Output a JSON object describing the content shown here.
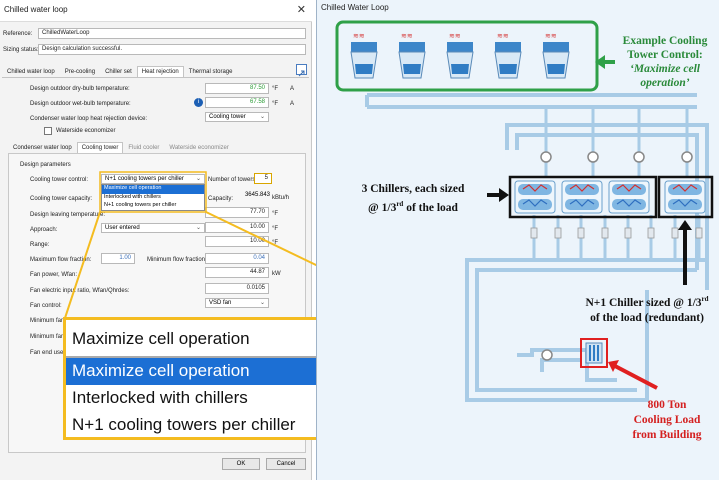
{
  "dialog": {
    "title": "Chilled water loop",
    "close_glyph": "✕",
    "reference_label": "Reference:",
    "reference_value": "ChilledWaterLoop",
    "sizing_label": "Sizing status:",
    "sizing_value": "Design calculation successful.",
    "top_tabs": [
      "Chilled water loop",
      "Pre-cooling",
      "Chiller set",
      "Heat rejection",
      "Thermal storage"
    ],
    "active_top_tab": "Heat rejection",
    "drybulb_label": "Design outdoor dry-bulb temperature:",
    "drybulb_value": "87.50",
    "drybulb_unit": "°F",
    "drybulb_flag": "A",
    "wetbulb_label": "Design outdoor wet-bulb temperature:",
    "wetbulb_value": "67.58",
    "wetbulb_unit": "°F",
    "wetbulb_flag": "A",
    "hr_device_label": "Condenser water loop heat rejection device:",
    "hr_device_value": "Cooling tower",
    "waterside_econ_label": "Waterside economizer",
    "sub_tabs": [
      "Condenser water loop",
      "Cooling tower",
      "Fluid cooler",
      "Waterside economizer"
    ],
    "active_sub_tab": "Cooling tower",
    "design_params_label": "Design parameters",
    "ct_control_label": "Cooling tower control:",
    "ct_control_value": "N+1 cooling towers per chiller",
    "num_towers_label": "Number of towers:",
    "num_towers_value": "5",
    "ct_capacity_label": "Cooling tower capacity:",
    "capacity_label": "Capacity:",
    "capacity_value": "3645.843",
    "capacity_unit": "kBtu/h",
    "leaving_temp_label": "Design leaving temperature:",
    "leaving_temp_value": "77.70",
    "leaving_temp_unit": "°F",
    "approach_label": "Approach:",
    "approach_mode": "User entered",
    "approach_value": "10.00",
    "approach_unit": "°F",
    "range_label": "Range:",
    "range_value": "10.00",
    "range_unit": "°F",
    "max_flow_label": "Maximum flow fraction:",
    "max_flow_value": "1.00",
    "min_flow_label": "Minimum flow fraction:",
    "min_flow_value": "0.04",
    "fan_power_label": "Fan power, Wfan:",
    "fan_power_value": "44.87",
    "fan_power_unit": "kW",
    "fan_ratio_label": "Fan electric input ratio, Wfan/Qhrdes:",
    "fan_ratio_value": "0.0105",
    "fan_control_label": "Fan control:",
    "fan_control_value": "VSD fan",
    "min_fan_label_1": "Minimum fan",
    "min_fan_label_2": "Minimum fan",
    "fan_end_label": "Fan end use",
    "ok_label": "OK",
    "cancel_label": "Cancel",
    "dropdown_options": [
      "Maximize cell operation",
      "Interlocked with chillers",
      "N+1 cooling towers per chiller"
    ],
    "dropdown_selected_index": 0
  },
  "callout": {
    "current_value": "Maximize cell operation",
    "chevron": "⌵",
    "options": [
      "Maximize cell operation",
      "Interlocked with chillers",
      "N+1 cooling towers per chiller"
    ],
    "selected_index": 0,
    "border_color": "#f4bc20"
  },
  "loop": {
    "title": "Chilled  Water  Loop",
    "annotation_towers_lines": [
      "Example Cooling",
      "Tower Control:",
      "‘Maximize cell",
      "operation’"
    ],
    "annotation_chillers_line1": "3 Chillers, each sized",
    "annotation_chillers_line2a": "@ 1/3",
    "annotation_chillers_sup": "rd",
    "annotation_chillers_line2b": " of the load",
    "annotation_redundant_line1a": "N+1 Chiller sized @ 1/3",
    "annotation_redundant_sup": "rd",
    "annotation_redundant_line2": "of the load (redundant)",
    "annotation_load_lines": [
      "800 Ton",
      "Cooling Load",
      "from Building"
    ],
    "colors": {
      "pipe": "#a8cbe6",
      "annot_green": "#2a8a3a",
      "annot_red": "#d42020",
      "selection_blue": "#1c6fd4"
    },
    "cooling_tower_count": 5,
    "chiller_count": 4
  }
}
